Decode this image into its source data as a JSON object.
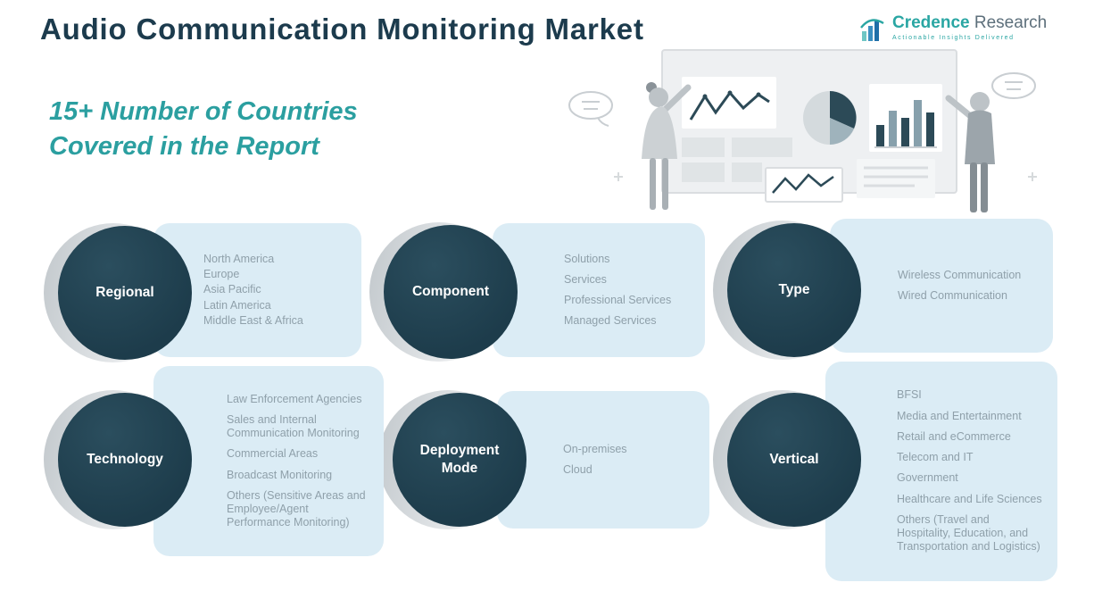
{
  "header": {
    "title": "Audio Communication Monitoring Market",
    "subtitle_line1": "15+ Number of Countries",
    "subtitle_line2": "Covered in the Report"
  },
  "logo": {
    "icon": "bar-chart-growth-icon",
    "brand_primary": "Credence",
    "brand_secondary": "Research",
    "tagline": "Actionable Insights Delivered"
  },
  "colors": {
    "title_dark": "#1c3b4d",
    "accent_teal": "#2b9fa0",
    "circle_dark": "#1d3c4b",
    "panel_blue": "#dbecf5",
    "item_text_gray": "#8fa0aa"
  },
  "segments": [
    {
      "label": "Regional",
      "items": [
        "North America",
        "Europe",
        "Asia Pacific",
        "Latin America",
        "Middle East & Africa"
      ]
    },
    {
      "label": "Component",
      "items": [
        "Solutions",
        "Services",
        "Professional Services",
        "Managed Services"
      ]
    },
    {
      "label": "Type",
      "items": [
        "Wireless Communication",
        "Wired Communication"
      ]
    },
    {
      "label": "Technology",
      "items": [
        "Law Enforcement Agencies",
        "Sales and Internal Communication Monitoring",
        "Commercial Areas",
        "Broadcast Monitoring",
        "Others (Sensitive Areas and Employee/Agent Performance Monitoring)"
      ]
    },
    {
      "label": "Deployment Mode",
      "items": [
        "On-premises",
        "Cloud"
      ]
    },
    {
      "label": "Vertical",
      "items": [
        "BFSI",
        "Media and Entertainment",
        "Retail and eCommerce",
        "Telecom and IT",
        "Government",
        "Healthcare and Life Sciences",
        "Others (Travel and Hospitality, Education, and Transportation and Logistics)"
      ]
    }
  ]
}
